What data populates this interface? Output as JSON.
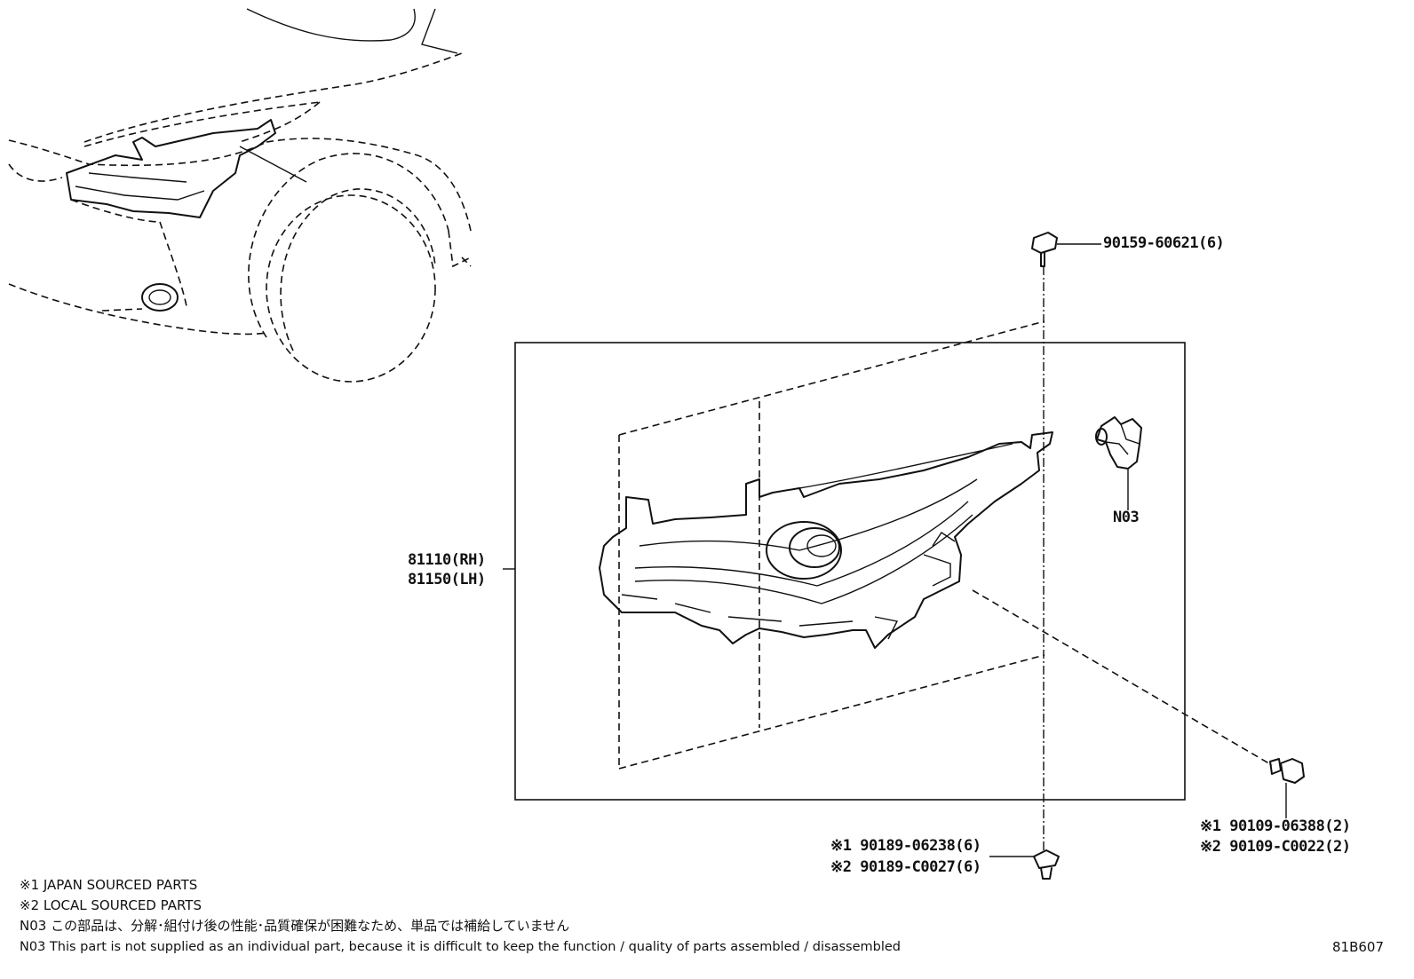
{
  "callouts": {
    "bolt_top": "90159-60621(6)",
    "headlamp_rh": "81110(RH)",
    "headlamp_lh": "81150(LH)",
    "part_n03": "N03",
    "screw_bottom_1": "※1 90189-06238(6)",
    "screw_bottom_2": "※2 90189-C0027(6)",
    "bolt_right_1": "※1 90109-06388(2)",
    "bolt_right_2": "※2 90109-C0022(2)"
  },
  "notes": [
    "※1 JAPAN SOURCED PARTS",
    "※2 LOCAL SOURCED PARTS",
    "N03 この部品は、分解･組付け後の性能･品質確保が困難なため、単品では補給していません",
    "N03 This part is not supplied as an individual part, because it is difficult to keep the function / quality of parts assembled / disassembled"
  ],
  "figure_code": "81B607"
}
